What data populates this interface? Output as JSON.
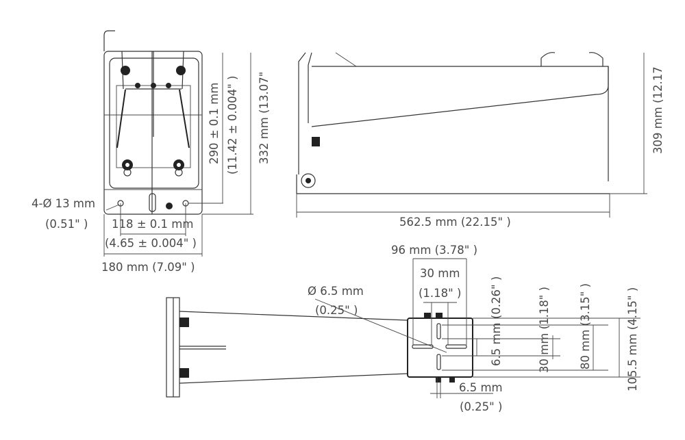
{
  "front_view": {
    "hole_label": "4-Ø 13 mm",
    "hole_label_in": "(0.51\" )",
    "hole_spacing": "118 ± 0.1 mm",
    "hole_spacing_in": "(4.65 ± 0.004\" )",
    "width": "180 mm (7.09\" )",
    "hole_height": "290 ± 0.1 mm",
    "hole_height_in": "(11.42 ± 0.004\" )",
    "height": "332 mm (13.07\""
  },
  "side_view": {
    "length": "562.5 mm (22.15\" )",
    "height": "309 mm (12.17"
  },
  "top_view": {
    "box_width": "96 mm (3.78\" )",
    "slot_spacing": "30 mm",
    "slot_spacing_in": "(1.18\" )",
    "hole_label": "Ø 6.5 mm",
    "hole_label_in": "(0.25\" )",
    "slot_width_v": "6.5 mm (0.26\" )",
    "slot_v_spacing": "30 mm (1.18\" )",
    "slot_outer": "80 mm (3.15\" )",
    "box_height": "105.5 mm (4.15\" )",
    "slot_width_h": "6.5 mm",
    "slot_width_h_in": "(0.25\" )"
  }
}
